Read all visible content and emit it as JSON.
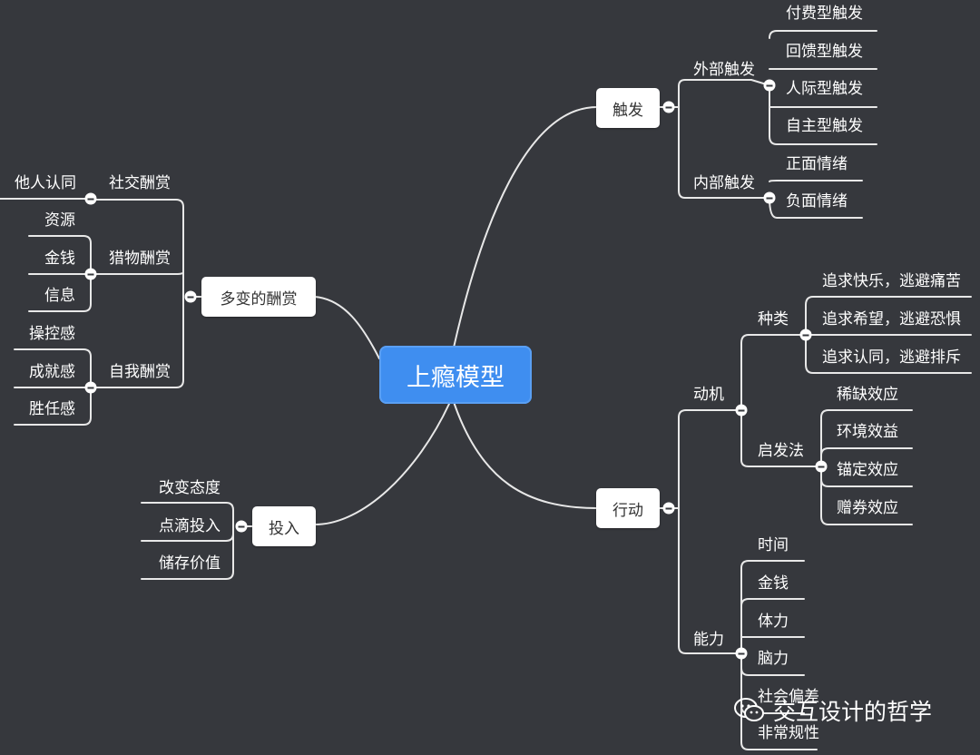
{
  "root": "上瘾模型",
  "left": {
    "reward": {
      "label": "多变的酬赏",
      "social": {
        "label": "社交酬赏",
        "items": [
          "他人认同"
        ]
      },
      "hunt": {
        "label": "猎物酬赏",
        "items": [
          "资源",
          "金钱",
          "信息"
        ]
      },
      "self": {
        "label": "自我酬赏",
        "items": [
          "操控感",
          "成就感",
          "胜任感"
        ]
      }
    },
    "invest": {
      "label": "投入",
      "items": [
        "改变态度",
        "点滴投入",
        "储存价值"
      ]
    }
  },
  "right": {
    "trigger": {
      "label": "触发",
      "external": {
        "label": "外部触发",
        "items": [
          "付费型触发",
          "回馈型触发",
          "人际型触发",
          "自主型触发"
        ]
      },
      "internal": {
        "label": "内部触发",
        "items": [
          "正面情绪",
          "负面情绪"
        ]
      }
    },
    "action": {
      "label": "行动",
      "motivation": {
        "label": "动机",
        "kinds": {
          "label": "种类",
          "items": [
            "追求快乐，逃避痛苦",
            "追求希望，逃避恐惧",
            "追求认同，逃避排斥"
          ]
        },
        "heuristics": {
          "label": "启发法",
          "items": [
            "稀缺效应",
            "环境效益",
            "锚定效应",
            "赠券效应"
          ]
        }
      },
      "ability": {
        "label": "能力",
        "items": [
          "时间",
          "金钱",
          "体力",
          "脑力",
          "社会偏差",
          "非常规性"
        ]
      }
    }
  },
  "watermark": {
    "icon": "wechat-icon",
    "text": "交互设计的哲学"
  },
  "colors": {
    "background": "#36383d",
    "root": "#3f8ef0",
    "line": "#e8e8e8",
    "node": "#ffffff"
  }
}
